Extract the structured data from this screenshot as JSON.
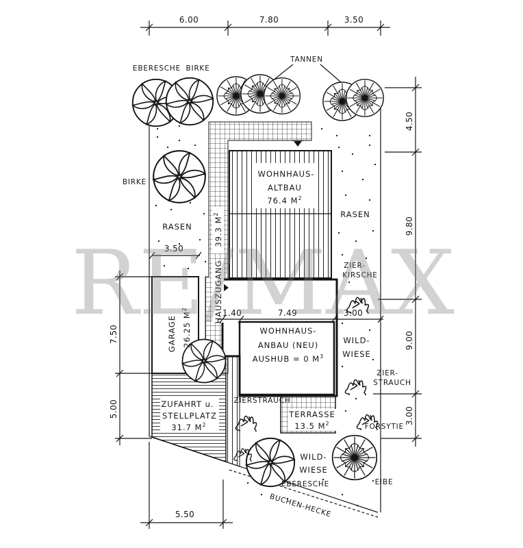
{
  "watermark": "RE/MAX",
  "dimensions": {
    "top": [
      "6.00",
      "7.80",
      "3.50"
    ],
    "right": [
      "4.50",
      "9.80",
      "9.00",
      "3.00"
    ],
    "left": [
      "7.50",
      "5.00"
    ],
    "bottom": "5.50",
    "garage_width": "3.50",
    "anbau": [
      "1.40",
      "7.49",
      "3.00"
    ]
  },
  "buildings": {
    "altbau": {
      "line1": "WOHNHAUS-",
      "line2": "ALTBAU",
      "area": "76.4 M",
      "area_sup": "2"
    },
    "anbau": {
      "line1": "WOHNHAUS-",
      "line2": "ANBAU (NEU)",
      "line3": "AUSHUB = 0 M",
      "line3_sup": "3"
    },
    "garage": {
      "name": "GARAGE",
      "area": "26.25 M",
      "area_sup": "2"
    }
  },
  "areas": {
    "hauszugang": {
      "name": "HAUSZUGANG",
      "area": "39.3 M",
      "area_sup": "2"
    },
    "zufahrt": {
      "line1": "ZUFAHRT u.",
      "line2": "STELLPLATZ",
      "area": "31.7 M",
      "area_sup": "2"
    },
    "terrasse": {
      "name": "TERRASSE",
      "area": "13.5 M",
      "area_sup": "2"
    },
    "rasen_left": "RASEN",
    "rasen_right": "RASEN",
    "wildwiese_right": [
      "WILD-",
      "WIESE"
    ],
    "wildwiese_bottom": [
      "WILD-",
      "WIESE"
    ]
  },
  "plants": {
    "tannen": "TANNEN",
    "eberesche_top": "EBERESCHE",
    "birke_top": "BIRKE",
    "birke_left": "BIRKE",
    "zierkirsche": [
      "ZIER-",
      "KIRSCHE"
    ],
    "zierstrauch_right": [
      "ZIER-",
      "STRAUCH"
    ],
    "zierstrauch": "ZIERSTRAUCH",
    "forsytie": "FORSYTIE",
    "eberesche_bottom": "EBERESCHE",
    "eibe": "EIBE",
    "buchenhecke": "BUCHEN-HECKE"
  }
}
